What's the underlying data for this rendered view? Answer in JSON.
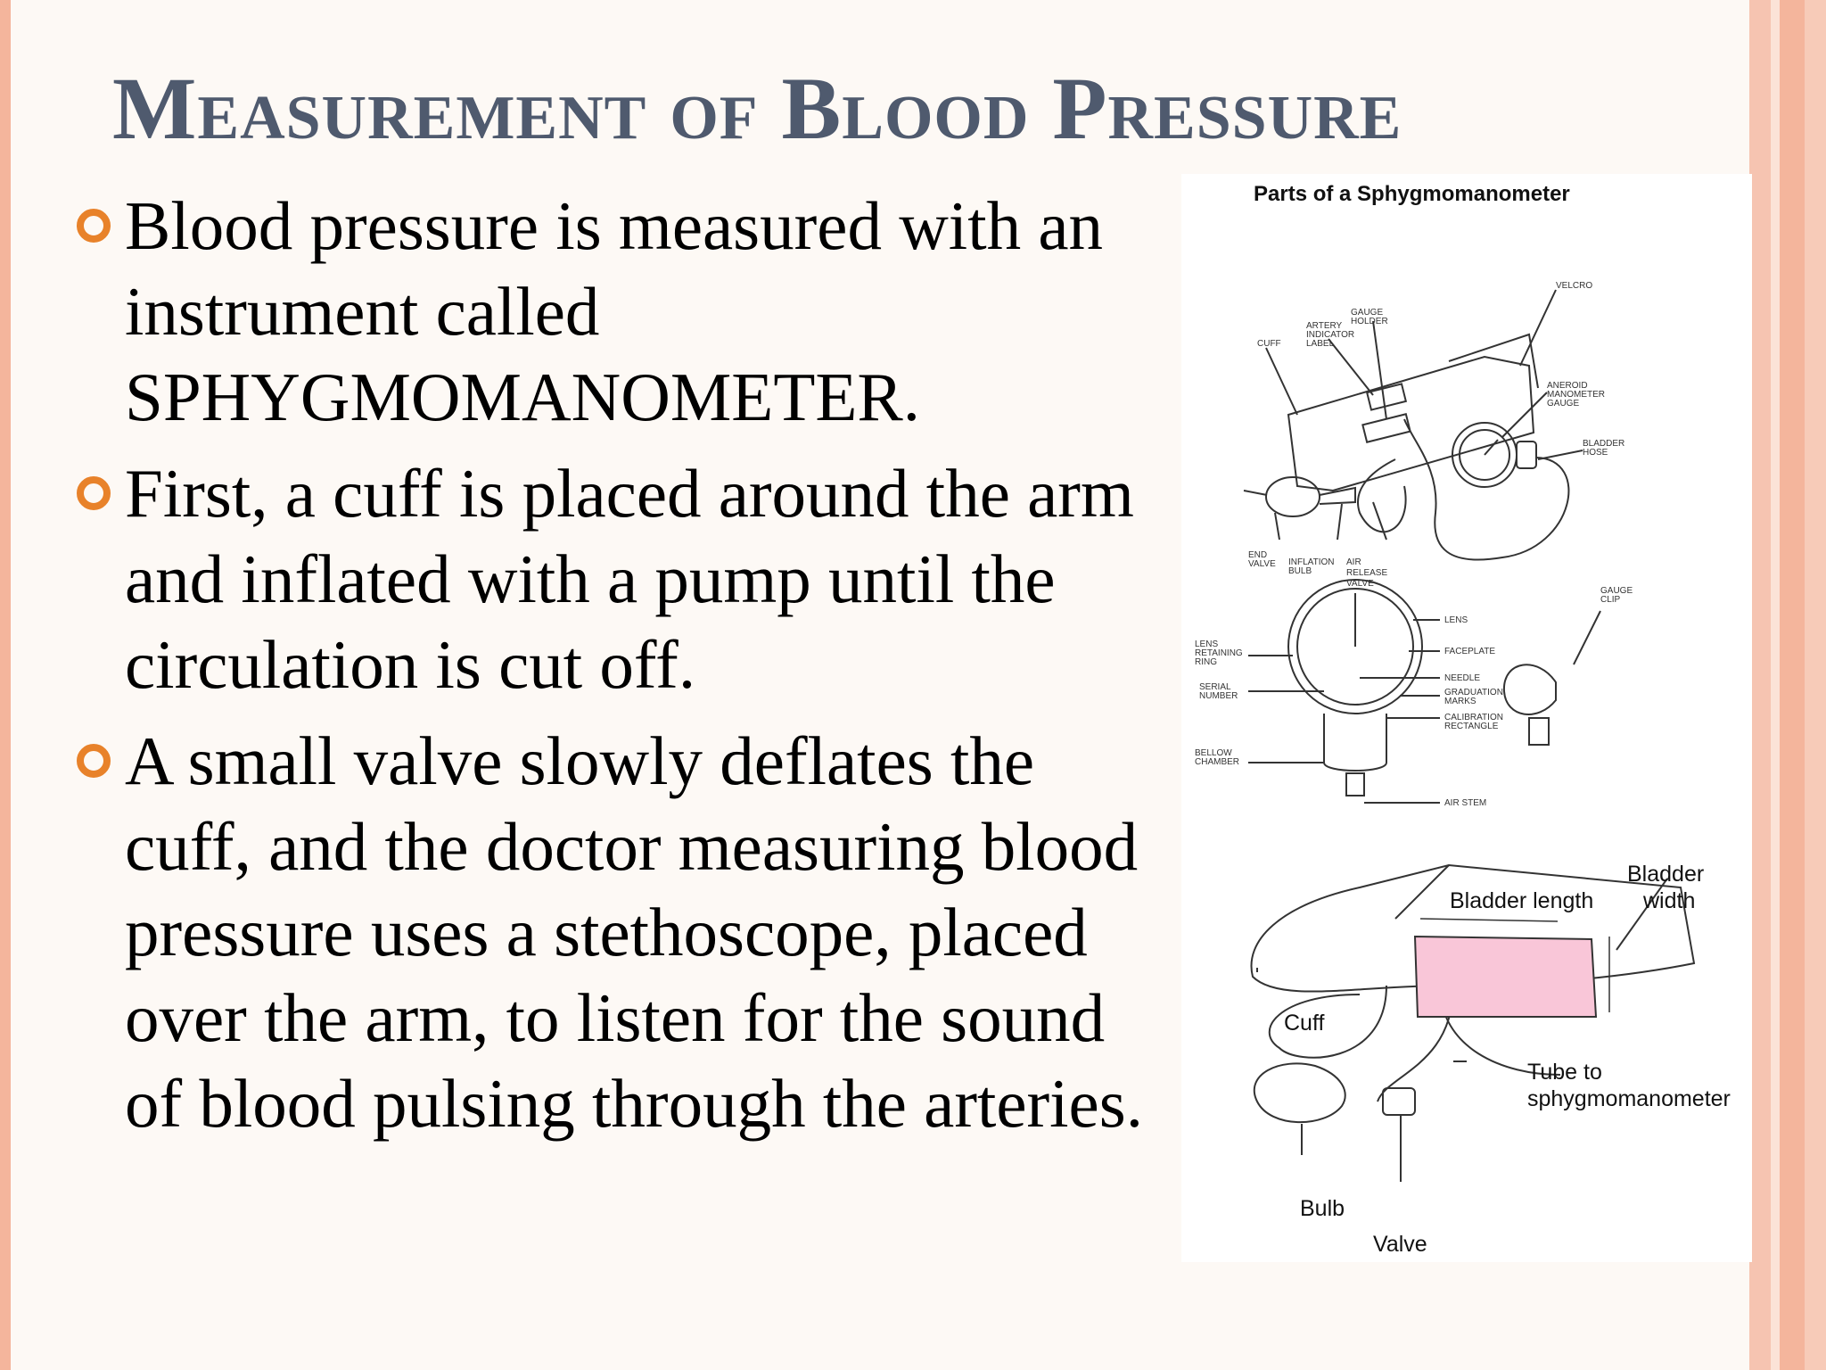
{
  "slide": {
    "title": "Measurement of Blood Pressure",
    "bullets": [
      {
        "text": "Blood pressure is measured with an instrument called SPHYGMOMANOMETER."
      },
      {
        "text": " First, a cuff is placed around the arm and inflated with a pump until the circulation is cut off."
      },
      {
        "text": "A small valve slowly deflates the cuff, and the doctor measuring blood pressure uses a stethoscope, placed over the arm, to listen for the sound of blood pulsing through the arteries."
      }
    ]
  },
  "figure_top": {
    "title": "Parts of a Sphygmomanometer",
    "labels": {
      "velcro": "VELCRO",
      "gauge_holder_1": "GAUGE",
      "gauge_holder_2": "HOLDER",
      "artery_1": "ARTERY",
      "artery_2": "INDICATOR",
      "artery_3": "LABEL",
      "cuff": "CUFF",
      "aneroid_1": "ANEROID",
      "aneroid_2": "MANOMETER",
      "aneroid_3": "GAUGE",
      "bladder_hose_1": "BLADDER",
      "bladder_hose_2": "HOSE",
      "end_valve_1": "END",
      "end_valve_2": "VALVE",
      "inflation_bulb_1": "INFLATION",
      "inflation_bulb_2": "BULB",
      "air_release_1": "AIR",
      "air_release_2": "RELEASE",
      "air_release_3": "VALVE",
      "gauge_clip_1": "GAUGE",
      "gauge_clip_2": "CLIP",
      "lens": "LENS",
      "faceplate": "FACEPLATE",
      "needle": "NEEDLE",
      "graduation_1": "GRADUATION",
      "graduation_2": "MARKS",
      "calibration_1": "CALIBRATION",
      "calibration_2": "RECTANGLE",
      "lens_retaining_1": "LENS",
      "lens_retaining_2": "RETAINING",
      "lens_retaining_3": "RING",
      "serial_1": "SERIAL",
      "serial_2": "NUMBER",
      "bellow_1": "BELLOW",
      "bellow_2": "CHAMBER",
      "air_stem": "AIR STEM"
    }
  },
  "figure_bottom": {
    "bladder_length": "Bladder length",
    "bladder_width_1": "Bladder",
    "bladder_width_2": "width",
    "cuff": "Cuff",
    "tube_1": "Tube to",
    "tube_2": "sphygmomanometer",
    "bulb": "Bulb",
    "valve": "Valve",
    "bladder_color": "#f9c6d8"
  },
  "colors": {
    "title": "#4f5a6e",
    "bullet": "#e8822a",
    "border": "#f4b59c"
  }
}
